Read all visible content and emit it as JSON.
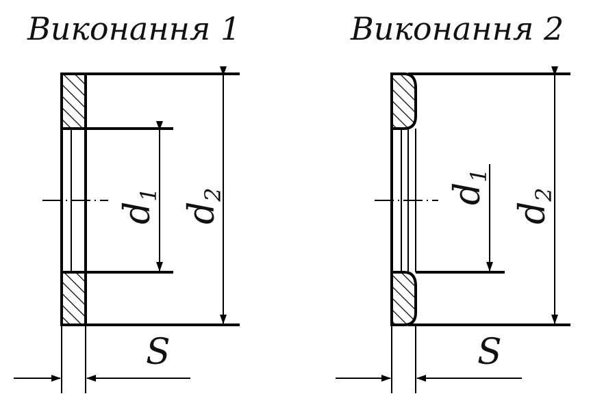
{
  "variant1": {
    "title": "Виконання 1",
    "d1_main": "d",
    "d1_sub": "1",
    "d2_main": "d",
    "d2_sub": "2",
    "s_label": "S"
  },
  "variant2": {
    "title": "Виконання 2",
    "d1_main": "d",
    "d1_sub": "1",
    "d2_main": "d",
    "d2_sub": "2",
    "s_label": "S"
  }
}
